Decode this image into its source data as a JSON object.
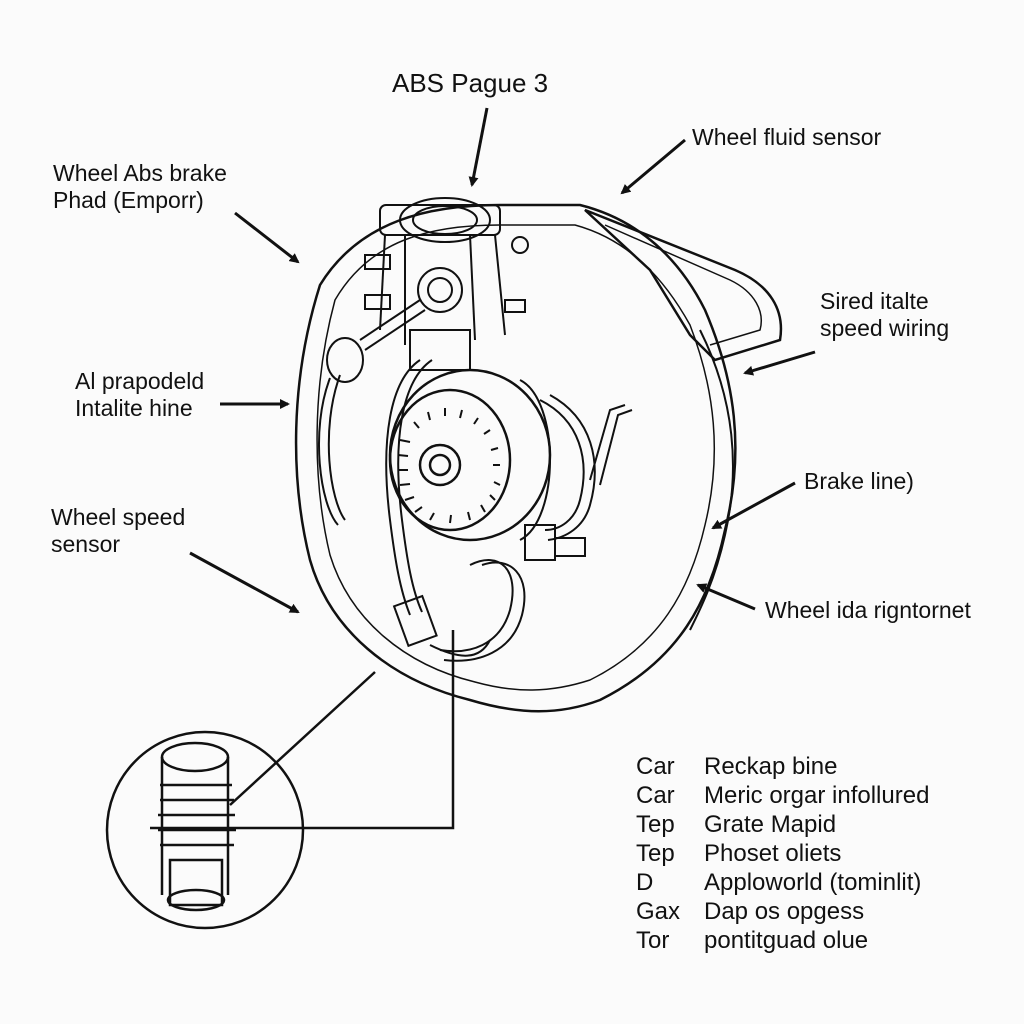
{
  "title": "ABS Pague 3",
  "labels": {
    "top_left_1": "Wheel Abs brake",
    "top_left_2": "Phad (Emporr)",
    "fluid_sensor": "Wheel fluid sensor",
    "mid_left_1": "Al prapodeld",
    "mid_left_2": "Intalite hine",
    "right_1": "Sired italte",
    "right_2": "speed wiring",
    "brake_line": "Brake line)",
    "wss_1": "Wheel speed",
    "wss_2": "sensor",
    "bottom_right": "Wheel ida rigntornet"
  },
  "legend": [
    {
      "key": "Car",
      "value": "Reckap bine"
    },
    {
      "key": "Car",
      "value": "Meric orgar infollured"
    },
    {
      "key": "Tep",
      "value": "Grate Mapid"
    },
    {
      "key": "Tep",
      "value": "Phoset oliets"
    },
    {
      "key": "D",
      "value": "Apploworld (tominlit)"
    },
    {
      "key": "Gax",
      "value": "Dap os opgess"
    },
    {
      "key": "Tor",
      "value": "pontitguad olue"
    }
  ],
  "colors": {
    "ink": "#111111",
    "paper": "#fbfbfb"
  }
}
